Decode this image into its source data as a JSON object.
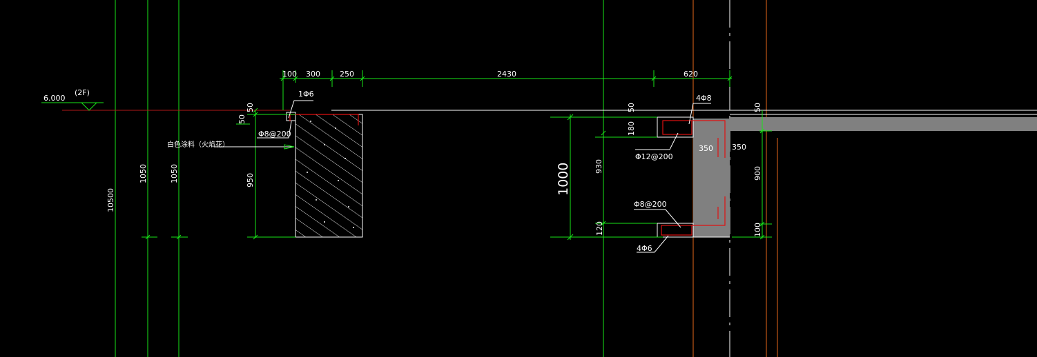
{
  "level": {
    "value": "6.000",
    "floor": "(2F)"
  },
  "top_dims": [
    "100",
    "300",
    "250",
    "2430",
    "620"
  ],
  "left_dims": {
    "total": "10500",
    "d1": "1050",
    "d2": "1050"
  },
  "section1": {
    "dim_top": "50",
    "dim_left_top": "50",
    "dim_height": "950",
    "rebar_top": "1Φ6",
    "rebar_stirrup": "Φ8@200",
    "note": "白色涂料（火焰花）"
  },
  "section2": {
    "overall": "1000",
    "dim_top": "50",
    "dim_180": "180",
    "dim_930": "930",
    "dim_120": "120",
    "rebar_top": "4Φ8",
    "rebar_mid": "Φ12@200",
    "rebar_lower": "Φ8@200",
    "rebar_bottom": "4Φ6",
    "wall_inner": "350",
    "wall_outer": "350",
    "right_top": "50",
    "right_900": "900",
    "right_100": "100"
  },
  "colors": {
    "background": "#000000",
    "grid_line": "#19e619",
    "slab_line": "#ffffff",
    "rebar": "#e01010",
    "column_line": "#e8671a",
    "concrete_fill": "#808080"
  }
}
